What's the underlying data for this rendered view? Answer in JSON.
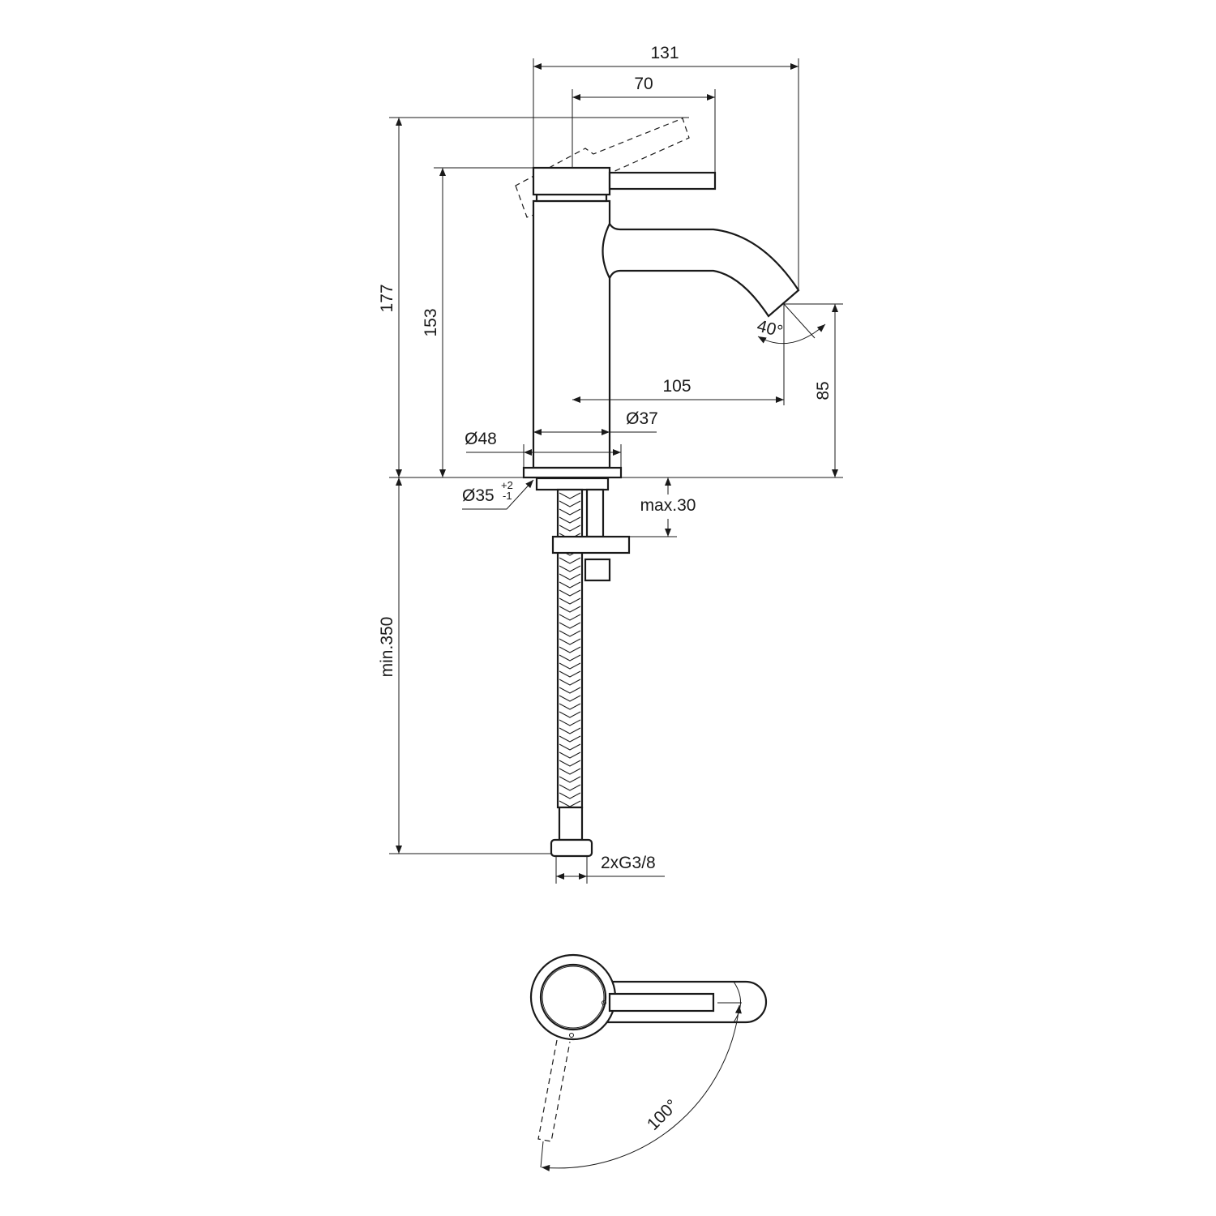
{
  "drawing": {
    "dimensions": {
      "overall_width": "131",
      "lever_reach": "70",
      "overall_height": "177",
      "body_height": "153",
      "spout_reach": "105",
      "spout_height": "85",
      "spout_angle": "40°",
      "body_diameter": "Ø37",
      "base_diameter": "Ø48",
      "hole_diameter": "Ø35",
      "hole_tol_upper": "+2",
      "hole_tol_lower": "-1",
      "deck_thickness": "max.30",
      "hose_length": "min.350",
      "connection": "2xG3/8",
      "lever_rotation": "100°"
    },
    "colors": {
      "line": "#1a1a1a",
      "background": "#ffffff"
    }
  }
}
